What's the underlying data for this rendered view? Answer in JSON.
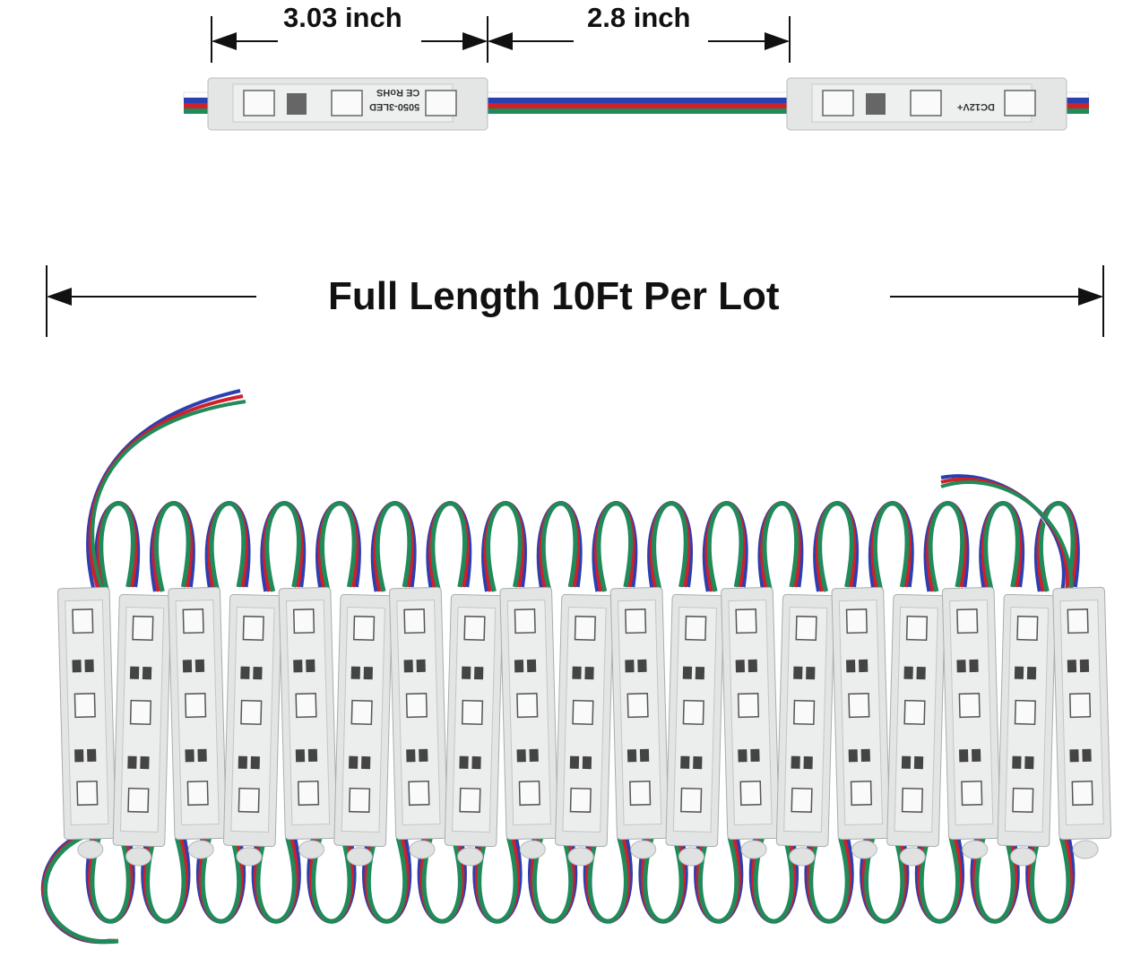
{
  "dimensions": {
    "module_length": "3.03 inch",
    "wire_gap": "2.8 inch",
    "full_length": "Full Length 10Ft Per Lot"
  },
  "module_print": {
    "model": "5050-3LED",
    "cert": "CE RoHS",
    "voltage": "DC12V+"
  },
  "product": {
    "module_count_shown": 19,
    "leds_per_module": 3,
    "wire_colors": [
      "#ffffff",
      "#2a3fb0",
      "#d0202a",
      "#1f8a5a"
    ]
  }
}
